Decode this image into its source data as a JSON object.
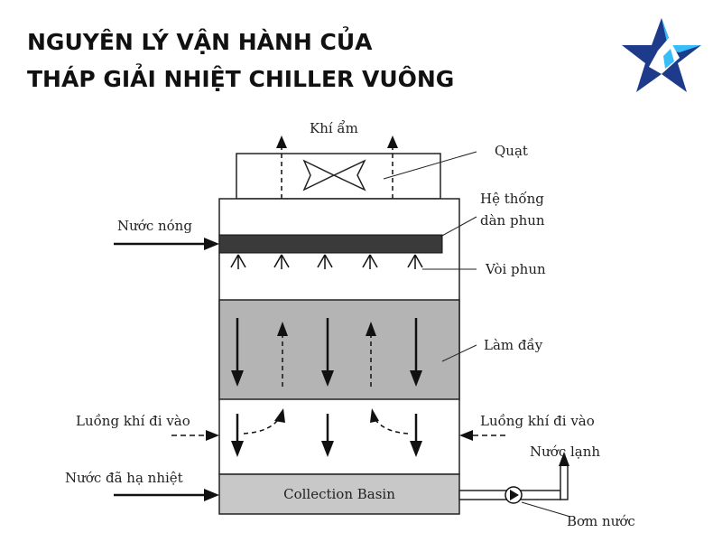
{
  "header": {
    "title_line1": "NGUYÊN LÝ VẬN HÀNH CỦA",
    "title_line2": "THÁP GIẢI NHIỆT CHILLER VUÔNG"
  },
  "logo": {
    "icon": "star-icon",
    "colors": [
      "#1e3a8a",
      "#38bdf8"
    ]
  },
  "diagram": {
    "labels": {
      "moist_air": "Khí ẩm",
      "fan": "Quạt",
      "spray_system_1": "Hệ thống",
      "spray_system_2": "dàn phun",
      "hot_water": "Nước nóng",
      "nozzle": "Vòi phun",
      "fill": "Làm đầy",
      "air_in_left": "Luồng khí đi vào",
      "air_in_right": "Luồng khí đi vào",
      "cold_water": "Nước lạnh",
      "cooled_water": "Nước đã hạ nhiệt",
      "basin": "Collection Basin",
      "pump": "Bơm nước"
    },
    "colors": {
      "fill_band": "#b4b4b4",
      "basin": "#c8c8c8",
      "spray_bar": "#3a3a3a"
    }
  }
}
